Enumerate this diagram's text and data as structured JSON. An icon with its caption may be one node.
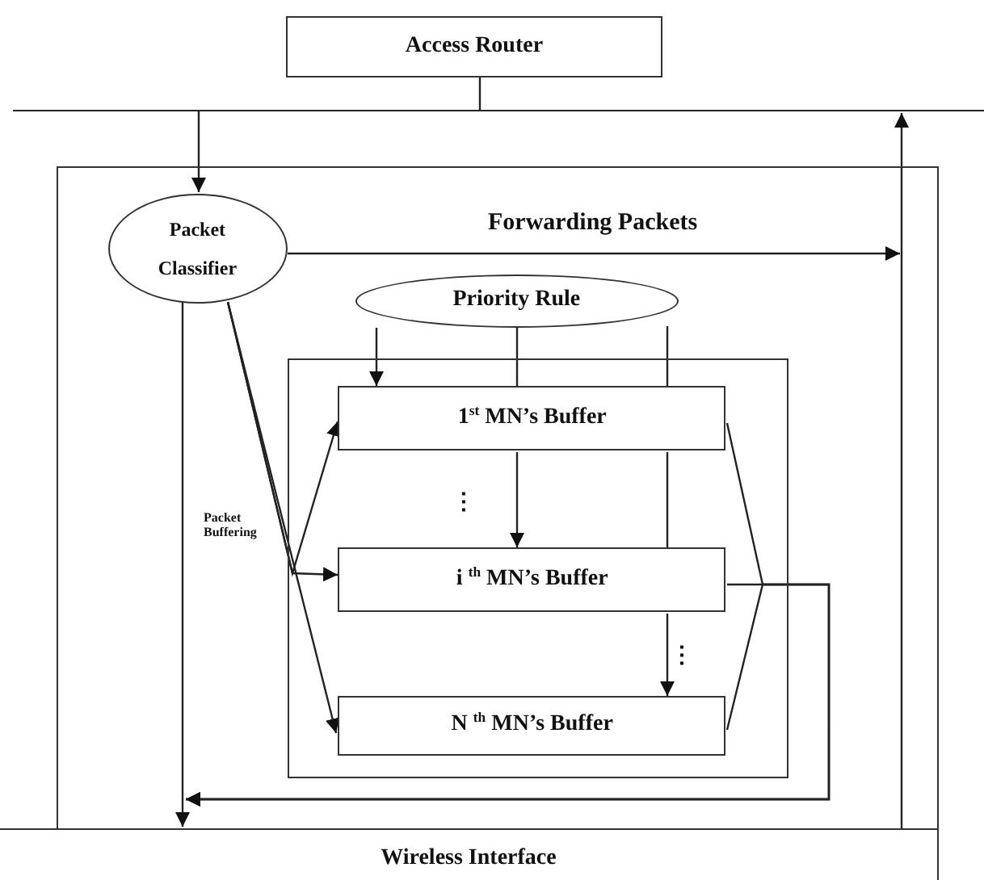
{
  "diagram": {
    "nodes": [
      {
        "text": [
          "Access Router"
        ]
      },
      {
        "text": [],
        "shape": "bar"
      },
      {
        "text": [],
        "shape": "box"
      },
      {
        "text": [
          "Packet Classifier"
        ],
        "in": 2
      },
      {
        "text": [
          "Priority Rule"
        ],
        "in": 2
      },
      {
        "text": [],
        "shape": "box",
        "in": 2
      },
      {
        "text": [
          "1$^{st}$ MN’s Buffer"
        ],
        "in": 5
      },
      {
        "text": [
          "i $^{th}$ MN’s Buffer"
        ],
        "in": 5
      },
      {
        "text": [
          "N $^{th}$ MN’s Buffer"
        ],
        "in": 5
      },
      {
        "text": [
          "Wireless Interface"
        ]
      }
    ],
    "edges": [
      {
        "from": 0,
        "to": 1,
        "arrow": "none"
      },
      {
        "from": 1,
        "to": 3,
        "arrow": "to"
      },
      {
        "from": 3,
        "to": null,
        "arrow": "to",
        "label": "Forwarding Packets"
      },
      {
        "from": 9,
        "to": 1,
        "arrow": "to"
      },
      {
        "from": 3,
        "to": 9,
        "arrow": "to"
      },
      {
        "from": 3,
        "to": 6,
        "arrow": "to"
      },
      {
        "from": 3,
        "to": 7,
        "arrow": "to"
      },
      {
        "from": 3,
        "to": 8,
        "arrow": "to"
      },
      {
        "from": 4,
        "to": 6,
        "arrow": "to"
      },
      {
        "from": 4,
        "to": 6,
        "arrow": "none"
      },
      {
        "from": 6,
        "to": 7,
        "arrow": "to"
      },
      {
        "from": 4,
        "to": 6,
        "arrow": "none"
      },
      {
        "from": 6,
        "to": 7,
        "arrow": "none"
      },
      {
        "from": 7,
        "to": 8,
        "arrow": "to"
      },
      {
        "from": 6,
        "to": 9,
        "arrow": "to"
      },
      {
        "from": 7,
        "to": 9,
        "arrow": "to"
      },
      {
        "from": 8,
        "to": 9,
        "arrow": "to"
      }
    ],
    "labels": [
      "Packet Buffering",
      "⋮",
      "⋮"
    ]
  }
}
